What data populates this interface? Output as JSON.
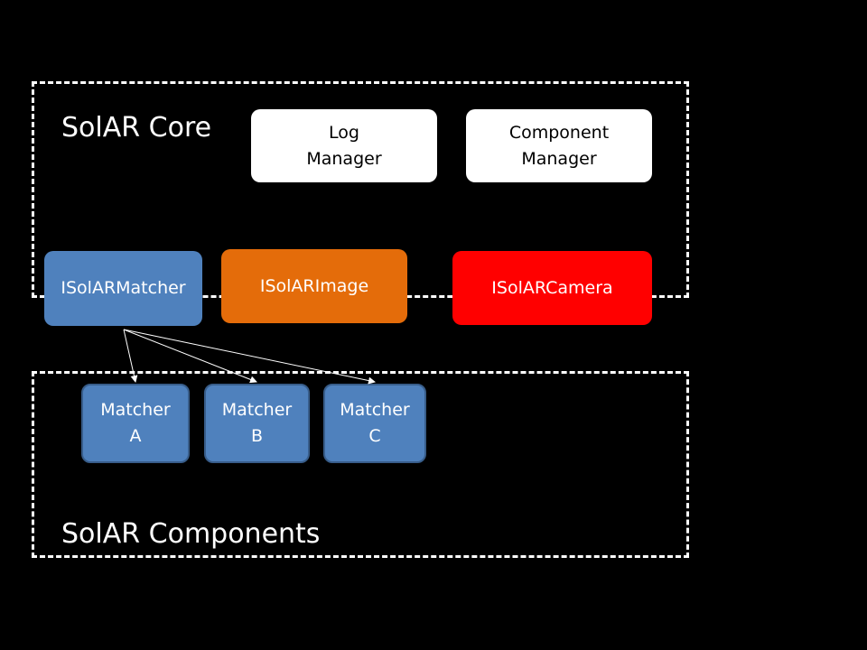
{
  "diagram": {
    "core_title": "SolAR Core",
    "components_title": "SolAR Components",
    "log_manager": "Log\nManager",
    "component_manager": "Component\nManager",
    "isolar_matcher": "ISolARMatcher",
    "isolar_image": "ISolARImage",
    "isolar_camera": "ISolARCamera",
    "matcher_a": "Matcher\nA",
    "matcher_b": "Matcher\nB",
    "matcher_c": "Matcher\nC"
  },
  "colors": {
    "background": "#000000",
    "interface_blue": "#4f81bd",
    "image_orange": "#e46c0a",
    "camera_red": "#ff0000",
    "manager_white": "#ffffff",
    "border": "#ffffff"
  }
}
